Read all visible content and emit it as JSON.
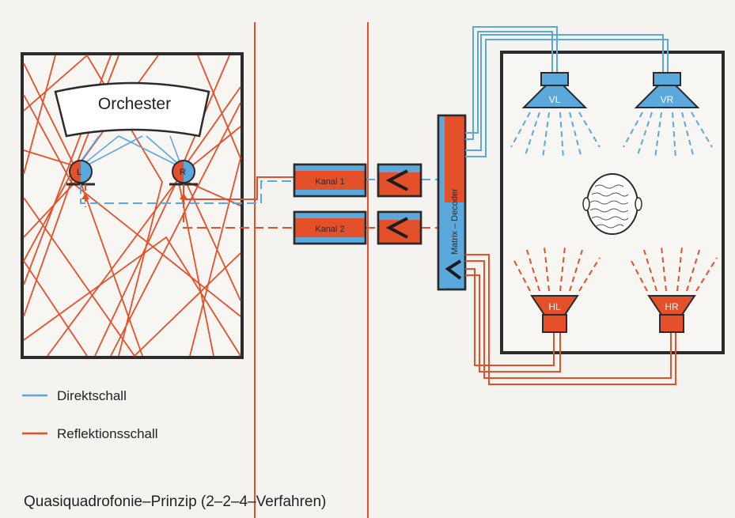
{
  "colors": {
    "direct": "#5aa8dc",
    "reflection": "#e4502a",
    "frame": "#2b2b2b",
    "background": "#f4f3ef"
  },
  "hall": {
    "orchestra_label": "Orchester",
    "mic_left_label": "L",
    "mic_right_label": "R"
  },
  "chain": {
    "channel1_label": "Kanal 1",
    "channel2_label": "Kanal 2",
    "decoder_label": "Matrix – Decoder"
  },
  "room": {
    "speaker_front_left": "VL",
    "speaker_front_right": "VR",
    "speaker_rear_left": "HL",
    "speaker_rear_right": "HR"
  },
  "legend": {
    "direct_label": "Direktschall",
    "reflection_label": "Reflektionsschall"
  },
  "caption": "Quasiquadrofonie–Prinzip (2–2–4–Verfahren)"
}
